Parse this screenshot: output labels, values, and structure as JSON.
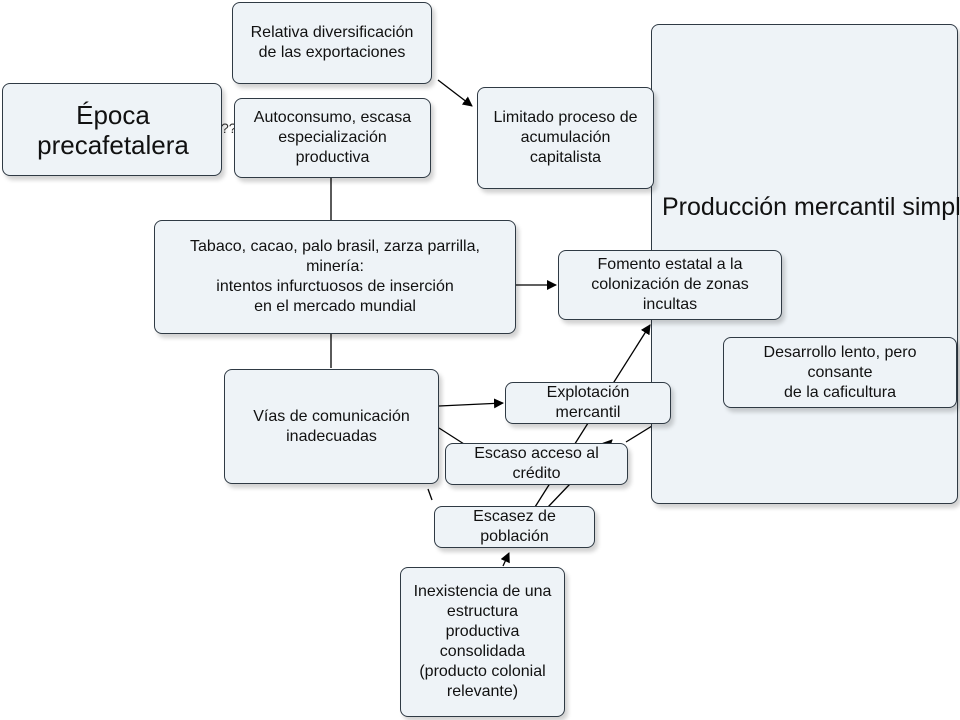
{
  "diagram": {
    "epoch_title": "Época precafetalera",
    "region_title": "Producción mercantil simple",
    "nodes": {
      "diversificacion": "Relativa diversificación\nde las exportaciones",
      "autoconsumo": "Autoconsumo, escasa\nespecialización productiva",
      "acumulacion": "Limitado proceso de\nacumulación capitalista",
      "tabaco": "Tabaco, cacao, palo brasil, zarza parrilla, minería:\nintentos infurctuosos de inserción\nen el mercado mundial",
      "fomento": "Fomento estatal a la\ncolonización de zonas incultas",
      "desarrollo": "Desarrollo lento, pero consante\nde la caficultura",
      "vias": "Vías de comunicación\ninadecuadas",
      "explotacion": "Explotación mercantil",
      "credito": "Escaso acceso al crédito",
      "poblacion": "Escasez de población",
      "inexistencia": "Inexistencia de una\nestructura productiva\nconsolidada\n(producto colonial\nrelevante)"
    },
    "stray_marks": {
      "epoch_suffix": "??",
      "dots": ". . . ?"
    }
  }
}
